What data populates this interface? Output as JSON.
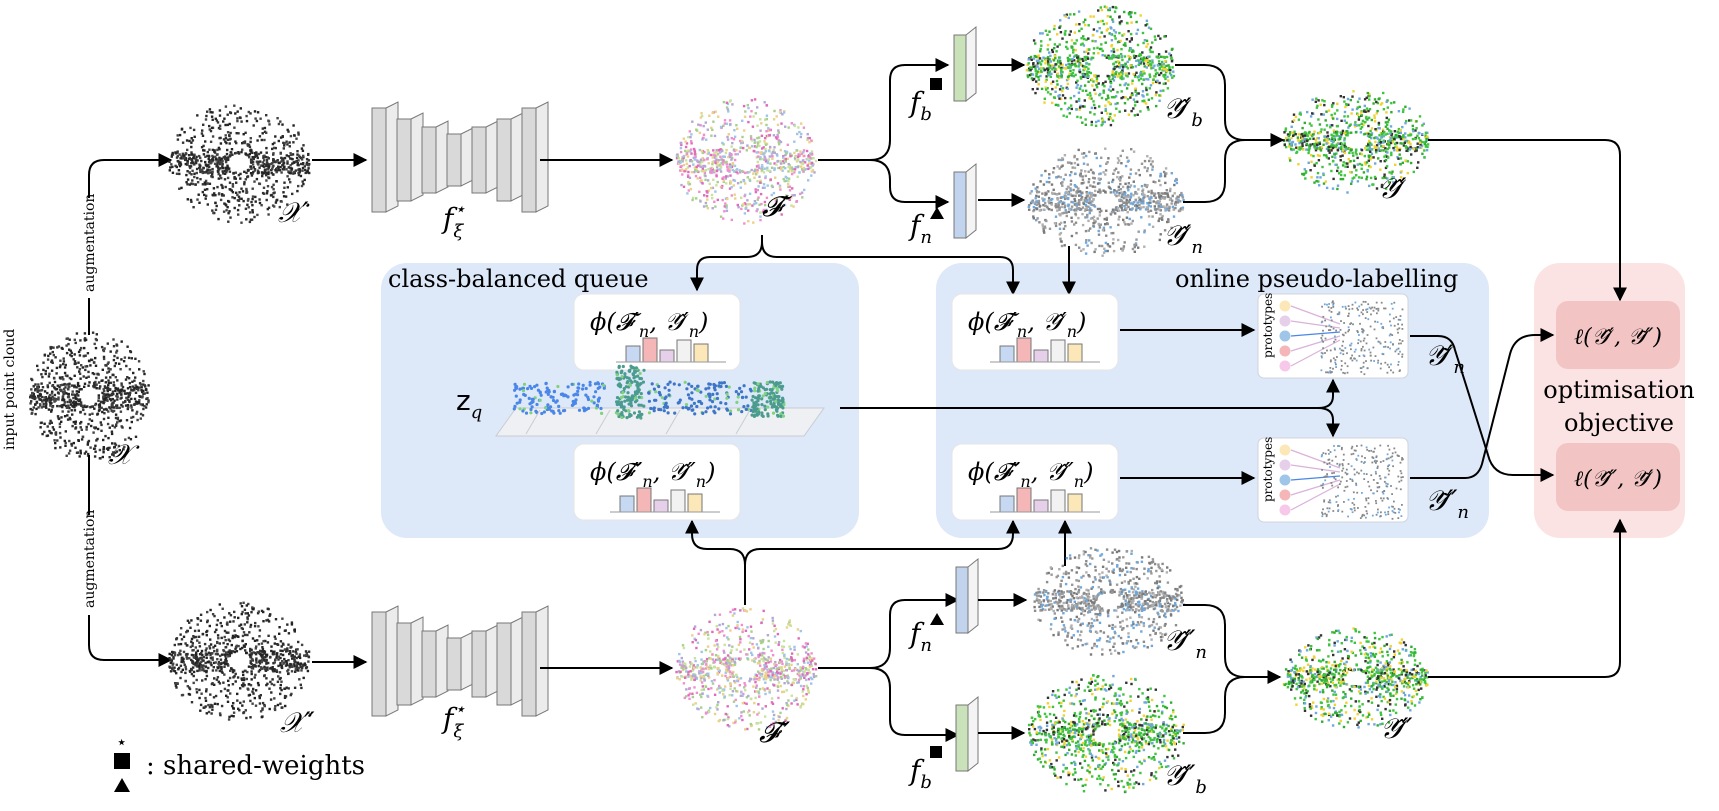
{
  "inputs": {
    "input_label": "input point cloud",
    "x": "𝒳",
    "x_prime": "𝒳′",
    "x_dprime": "𝒳″",
    "augmentation_top": "augmentation",
    "augmentation_bottom": "augmentation"
  },
  "encoders": {
    "top": "f",
    "bottom": "f",
    "subscript": "ξ",
    "superscript": "⋆"
  },
  "features": {
    "top": "𝓕′",
    "bottom": "𝓕″"
  },
  "heads": {
    "fb": "f",
    "fb_sub": "b",
    "fn": "f",
    "fn_sub": "n"
  },
  "predictions": {
    "yb_prime": "𝒴̂′",
    "yb_prime_sub": "b",
    "yn_prime": "𝒴̂′",
    "yn_prime_sub": "n",
    "y_prime": "𝒴̂′",
    "yn_dprime": "𝒴̂″",
    "yn_dprime_sub": "n",
    "yb_dprime": "𝒴̂″",
    "yb_dprime_sub": "b",
    "y_dprime": "𝒴̂″"
  },
  "queue": {
    "title": "class-balanced queue",
    "phi_top": "ϕ(𝓕′",
    "phi_top_rest": ", 𝒴̂′",
    "phi_bottom": "ϕ(𝓕″",
    "phi_bottom_rest": ", 𝒴̂″",
    "n_sub": "n",
    "close_paren": ")",
    "zq": "z",
    "zq_sub": "q"
  },
  "pseudo": {
    "title": "online pseudo-labelling",
    "phi_top": "ϕ(𝓕′",
    "phi_top_rest": ", 𝒴̂′",
    "phi_bottom": "ϕ(𝓕″",
    "phi_bottom_rest": ", 𝒴̂″",
    "n_sub": "n",
    "close_paren": ")",
    "prototypes_top": "prototypes",
    "prototypes_bottom": "prototypes",
    "yt_prime": "𝒴̃′",
    "yt_dprime": "𝒴̃″",
    "yt_sub": "n"
  },
  "objective": {
    "loss_top": "ℓ(𝒴̂′, 𝒴̃″)",
    "loss_bottom": "ℓ(𝒴̂″, 𝒴̃′)",
    "title_line1": "optimisation",
    "title_line2": "objective"
  },
  "legend": {
    "star": "⋆",
    "text": ": shared-weights"
  },
  "colors": {
    "panel_blue": "#dde8f8",
    "panel_pink": "#fbe3e3",
    "loss_box": "#f2c4c4",
    "head_green": "#c9e2b9",
    "head_blue": "#c2d3ee",
    "seg_green": "#3ec43e",
    "encoder_gray": "#d9d9d9",
    "hist_colors": [
      "#c6d8f2",
      "#f4b6b6",
      "#e6cfe9",
      "#f2f2f2",
      "#fbe7b8"
    ]
  }
}
